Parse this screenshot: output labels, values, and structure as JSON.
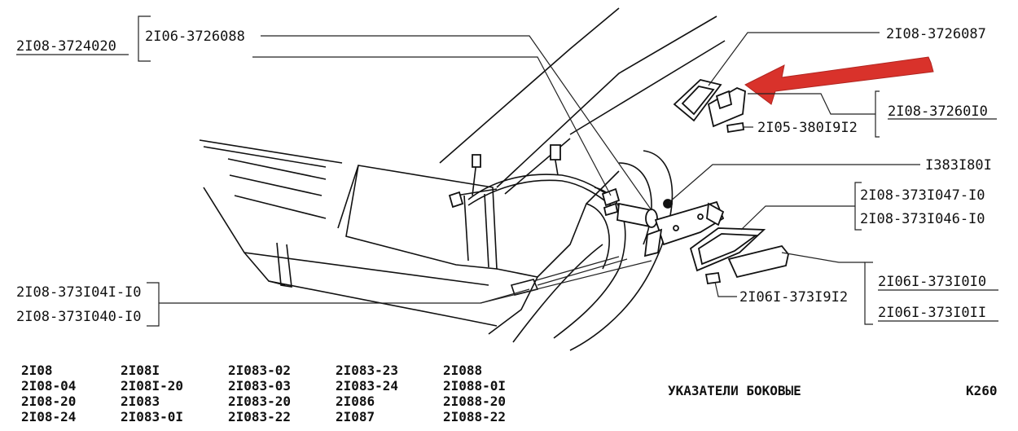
{
  "labels": {
    "p_3724020": "2I08-3724020",
    "p_3726088": "2I06-3726088",
    "p_3726087": "2I08-3726087",
    "p_372610": "2I08-37260I0",
    "p_3801912": "2I05-380I9I2",
    "p_1383180": "I383I80I",
    "p_3731047": "2I08-373I047-I0",
    "p_3731046": "2I08-373I046-I0",
    "p_3731041": "2I08-373I04I-I0",
    "p_3731040": "2I08-373I040-I0",
    "p_3731010": "2I06I-373I0I0",
    "p_3731011": "2I06I-373I0II",
    "p_3731912": "2I06I-373I9I2"
  },
  "models": {
    "col1": [
      "2I08",
      "2I08-04",
      "2I08-20",
      "2I08-24"
    ],
    "col2": [
      "2I08I",
      "2I08I-20",
      "2I083",
      "2I083-0I"
    ],
    "col3": [
      "2I083-02",
      "2I083-03",
      "2I083-20",
      "2I083-22"
    ],
    "col4": [
      "2I083-23",
      "2I083-24",
      "2I086",
      "2I087"
    ],
    "col5": [
      "2I088",
      "2I088-0I",
      "2I088-20",
      "2I088-22"
    ]
  },
  "footer": {
    "title": "УКАЗАТЕЛИ БОКОВЫЕ",
    "code": "K260"
  },
  "colors": {
    "arrow": "#d9322b",
    "ink": "#111111"
  }
}
